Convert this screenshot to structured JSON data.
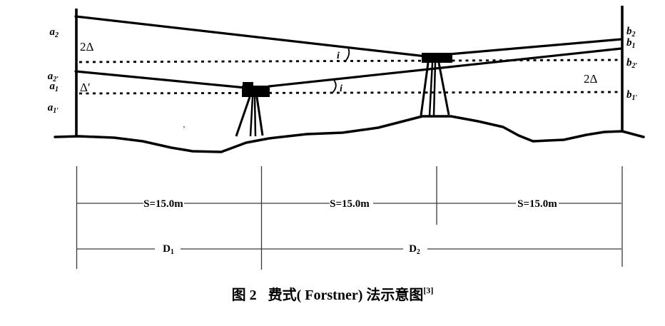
{
  "colors": {
    "ink": "#000000",
    "dim_line": "#3a3a3a",
    "background": "#ffffff"
  },
  "diagram": {
    "left_rod_labels": [
      {
        "base": "a",
        "sub": "2"
      },
      {
        "base": "a",
        "sub": "2′"
      },
      {
        "base": "a",
        "sub": "1"
      },
      {
        "base": "a",
        "sub": "1′"
      }
    ],
    "right_rod_labels": [
      {
        "base": "b",
        "sub": "2"
      },
      {
        "base": "b",
        "sub": "1"
      },
      {
        "base": "b",
        "sub": "2′"
      },
      {
        "base": "b",
        "sub": "1′"
      }
    ],
    "delta_left_upper": "2Δ",
    "delta_left_lower": "Δ′",
    "delta_right": "2Δ",
    "angle_upper": "i",
    "angle_lower": "i",
    "stray_mark": "’"
  },
  "dimensions": {
    "s_labels": [
      "S=15.0m",
      "S=15.0m",
      "S=15.0m"
    ],
    "d_labels": [
      {
        "base": "D",
        "sub": "1"
      },
      {
        "base": "D",
        "sub": "2"
      }
    ]
  },
  "caption": {
    "prefix": "图 2",
    "title": "费式( Forstner) 法示意图",
    "superscript": "[3]"
  }
}
